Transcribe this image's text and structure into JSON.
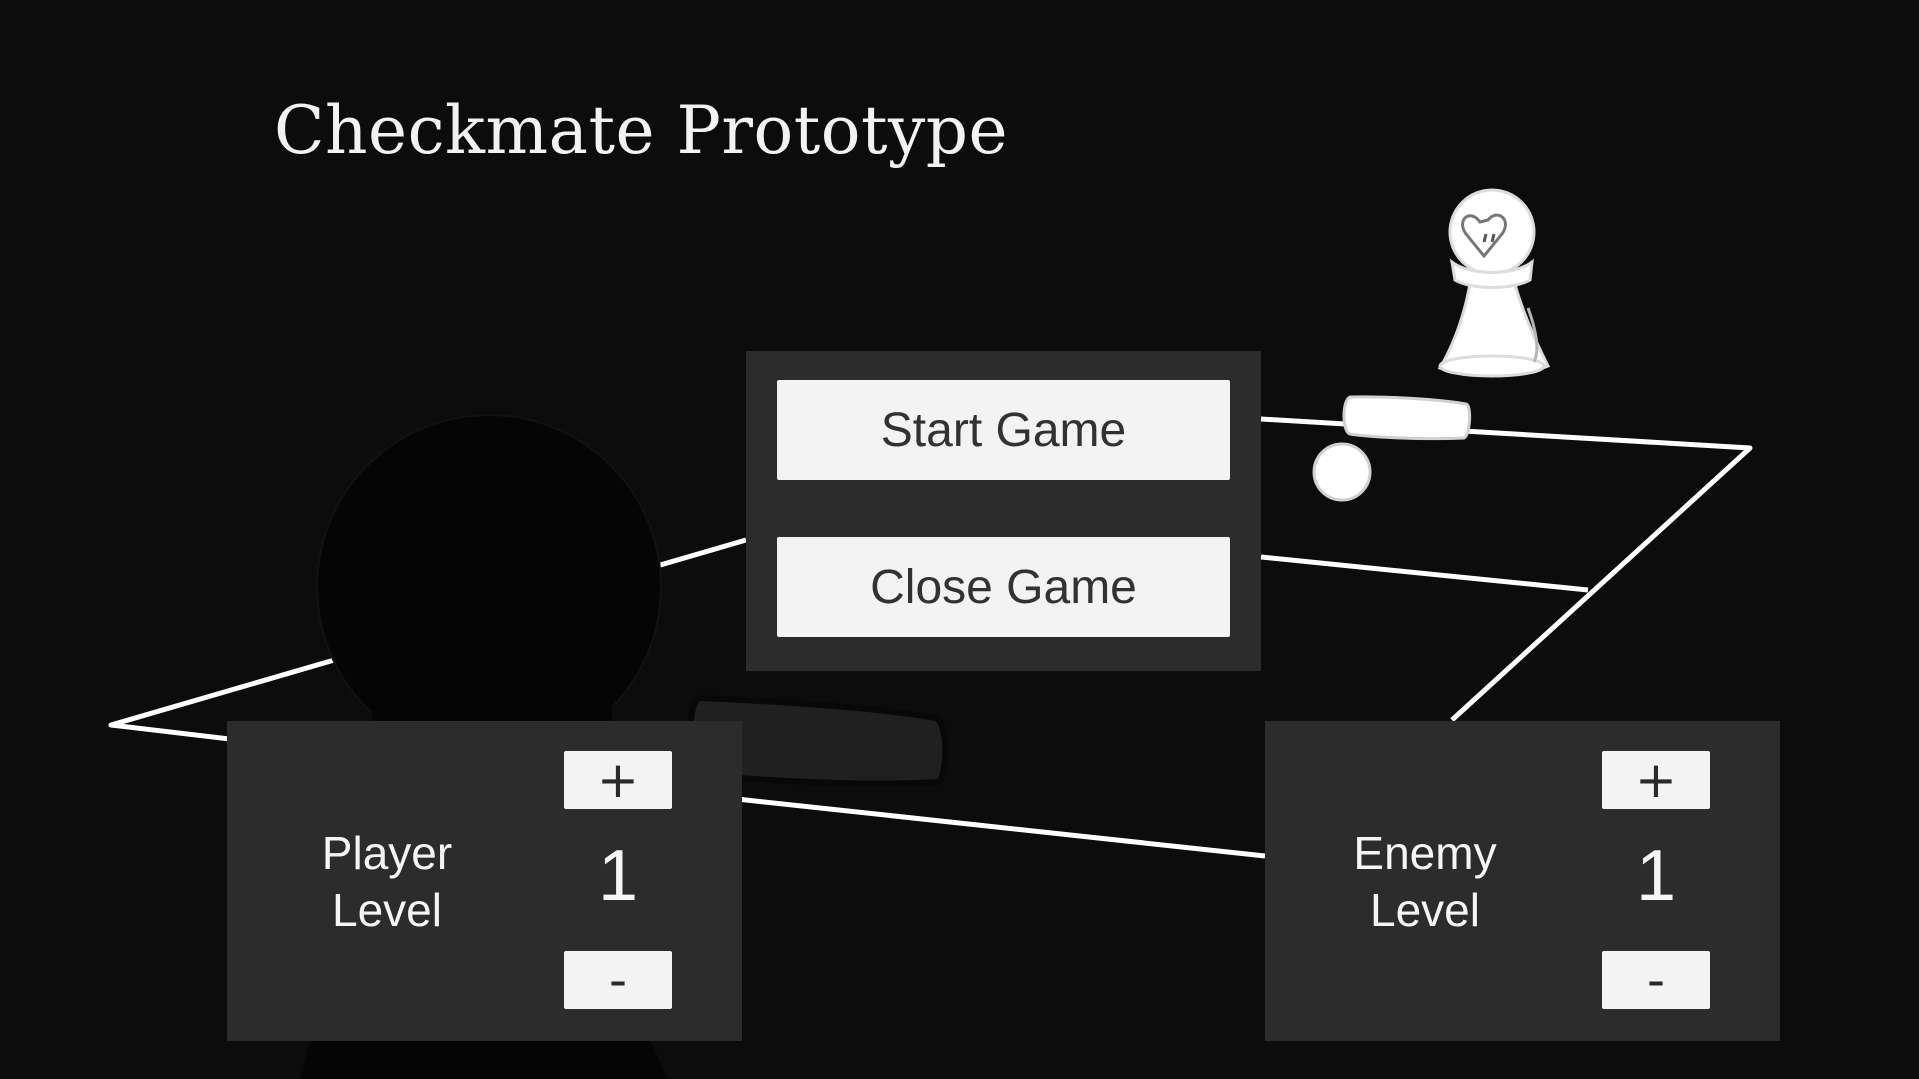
{
  "game": {
    "title": "Checkmate Prototype"
  },
  "menu": {
    "start_label": "Start Game",
    "close_label": "Close Game"
  },
  "player_level": {
    "label_line1": "Player",
    "label_line2": "Level",
    "value": "1",
    "increase_label": "+",
    "decrease_label": "-"
  },
  "enemy_level": {
    "label_line1": "Enemy",
    "label_line2": "Level",
    "value": "1",
    "increase_label": "+",
    "decrease_label": "-"
  },
  "colors": {
    "background": "#0c0c0c",
    "panel": "#2c2c2c",
    "button": "#f3f3f3",
    "button_text": "#323232",
    "panel_text": "#f5f5f5"
  }
}
